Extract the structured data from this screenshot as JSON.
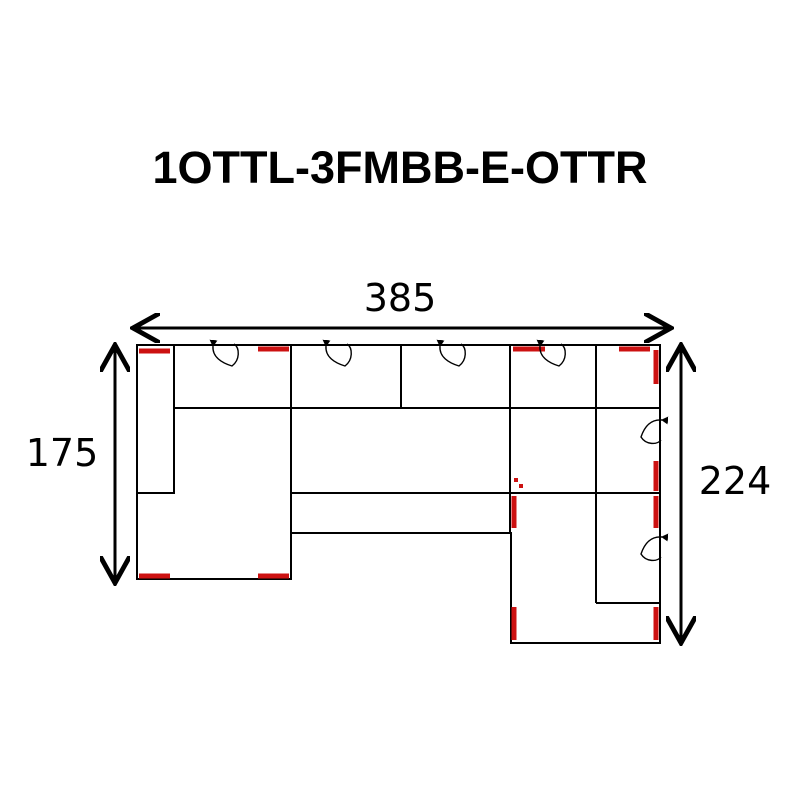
{
  "title": "1OTTL-3FMBB-E-OTTR",
  "dimensions": {
    "width": "385",
    "depth_left": "175",
    "depth_right": "224"
  },
  "colors": {
    "outline": "#000000",
    "marker": "#cc1111"
  },
  "icons": {
    "rotation_arrow": "curved-rotation-arrow-icon",
    "dimension_arrow": "double-headed-arrow-icon"
  }
}
